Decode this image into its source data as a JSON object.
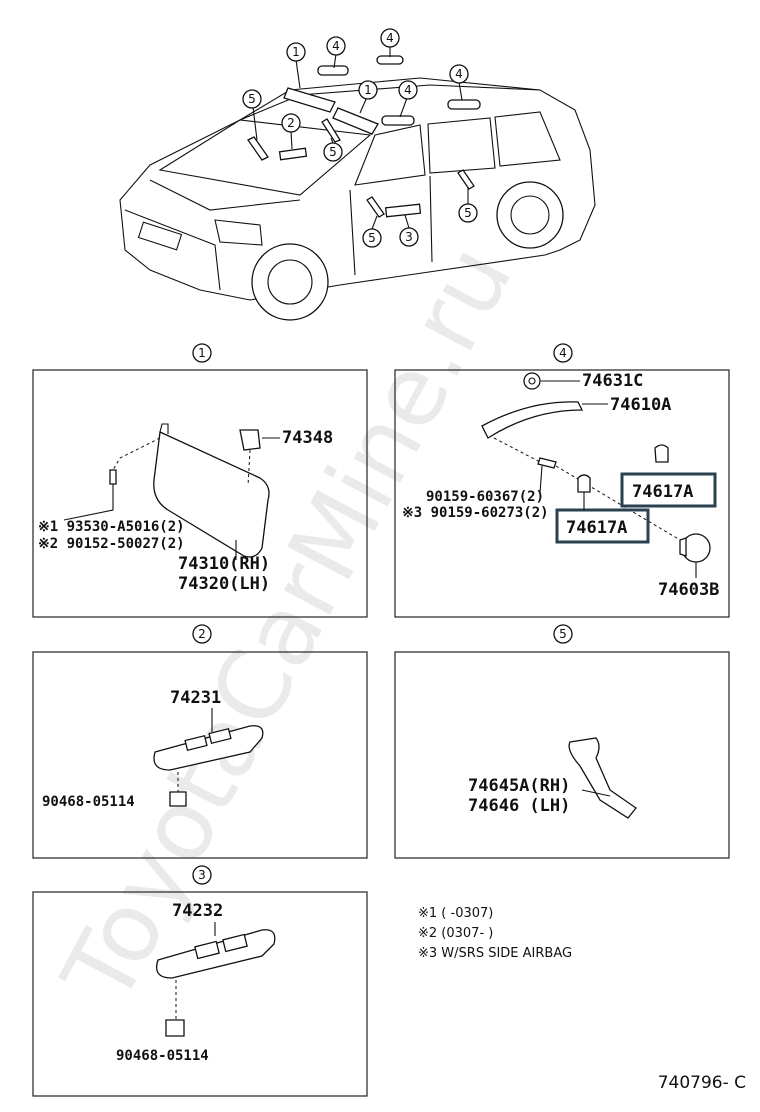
{
  "watermark": "ToyotaCarMine.ru",
  "overview_callouts": [
    "1",
    "2",
    "3",
    "4",
    "5"
  ],
  "panels": {
    "p1": {
      "number": "1",
      "parts": {
        "clip": "74348",
        "screw1": "※1 93530-A5016(2)",
        "screw2": "※2 90152-50027(2)",
        "visor_rh": "74310(RH)",
        "visor_lh": "74320(LH)"
      }
    },
    "p2": {
      "number": "2",
      "parts": {
        "switch": "74231",
        "clip": "90468-05114"
      }
    },
    "p3": {
      "number": "3",
      "parts": {
        "switch": "74232",
        "clip": "90468-05114"
      }
    },
    "p4": {
      "number": "4",
      "parts": {
        "cap": "74631C",
        "grip": "74610A",
        "bolt1": "90159-60367(2)",
        "bolt2": "※3 90159-60273(2)",
        "cover_a": "74617A",
        "cover_b": "74617A",
        "plug": "74603B"
      }
    },
    "p5": {
      "number": "5",
      "parts": {
        "grip_rh": "74645A(RH)",
        "grip_lh": "74646 (LH)"
      }
    }
  },
  "notes": {
    "n1": "※1 (     -0307)",
    "n2": "※2 (0307-      )",
    "n3": "※3 W/SRS SIDE AIRBAG"
  },
  "figure_code": "740796- C",
  "colors": {
    "highlight_box": "#2a4150",
    "line": "#111111"
  }
}
